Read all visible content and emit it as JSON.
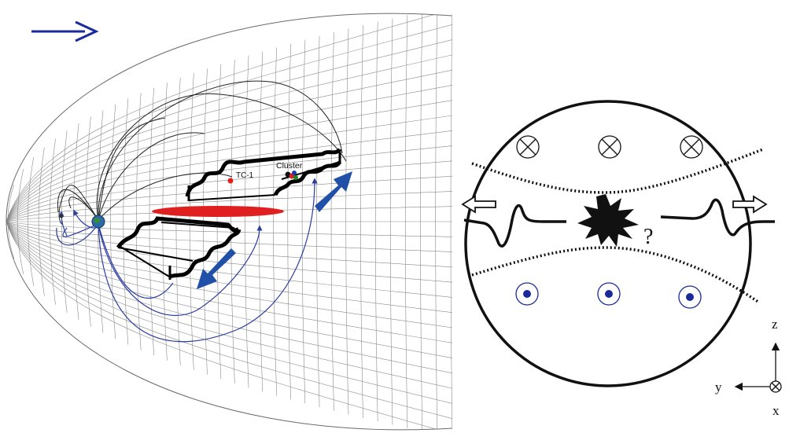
{
  "left_panel": {
    "spacecraft_labels": {
      "tc1": "TC-1",
      "cluster": "Cluster"
    },
    "solar_wind_arrow_icon": "right-arrow-icon",
    "colors": {
      "grid": "#8a8a8a",
      "field_lines_dark": "#222222",
      "field_lines_blue": "#2c3e9e",
      "flow_arrows": "#2050a8",
      "current_sheet": "#e02020",
      "tc1_marker": "#e02020"
    }
  },
  "right_panel": {
    "question_mark": "?",
    "out_of_page_markers": 3,
    "into_page_markers": 3,
    "axes": {
      "z": "z",
      "y": "y",
      "x": "x"
    },
    "colors": {
      "outline": "#111111",
      "dot_markers": "#1a2a9a"
    }
  }
}
